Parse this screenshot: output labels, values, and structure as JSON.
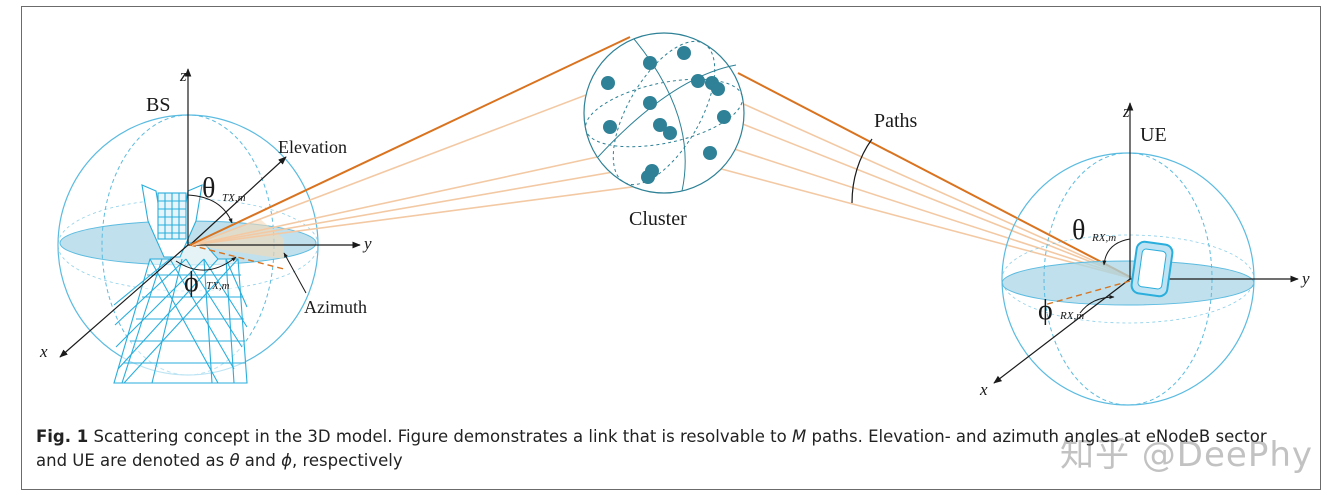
{
  "labels": {
    "bs": "BS",
    "ue": "UE",
    "cluster": "Cluster",
    "paths": "Paths",
    "elevation": "Elevation",
    "azimuth": "Azimuth",
    "z_bs": "z",
    "y_bs": "y",
    "x_bs": "x",
    "z_ue": "z",
    "y_ue": "y",
    "x_ue": "x",
    "theta_tx": "θ",
    "theta_tx_sub": "TX,m",
    "phi_tx": "ϕ",
    "phi_tx_sub": "TX,m",
    "theta_rx": "θ",
    "theta_rx_sub": "RX,m",
    "phi_rx": "ϕ",
    "phi_rx_sub": "RX,m"
  },
  "caption": {
    "fig_label": "Fig. 1",
    "text_1": " Scattering concept in the 3D model. Figure demonstrates a link that is resolvable to ",
    "m": "M",
    "text_2": " paths. Elevation- and azimuth angles at eNodeB sector and UE are denoted as ",
    "theta": "θ",
    "text_3": " and ",
    "phi": "ϕ",
    "text_4": ", respectively"
  },
  "watermark": "知乎 @DeePhy",
  "colors": {
    "sphere": "#5bbbe0",
    "plane": "#a9d5e6",
    "tower": "#2aaedc",
    "dot": "#2e8196",
    "path_main": "#d9731f",
    "path_light": "#f3c9a4",
    "axis": "#1a1a1a"
  }
}
